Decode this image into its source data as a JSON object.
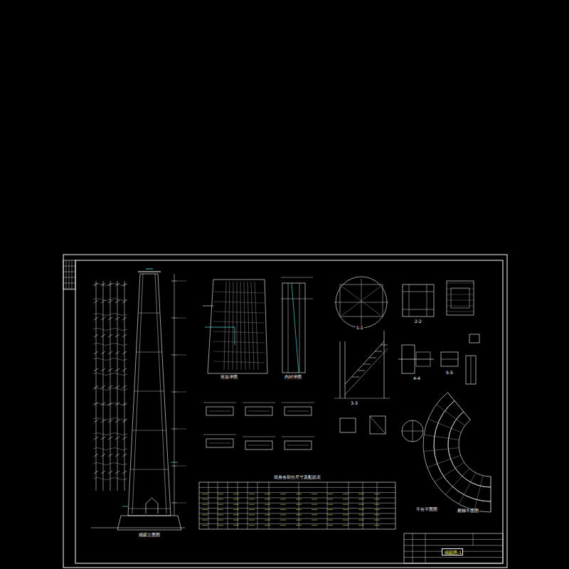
{
  "diagram": {
    "nodes": [
      {
        "text": [
          "烟囱图-1"
        ]
      }
    ],
    "labels": [
      "烟囱立面图",
      "筒首详图",
      "内衬详图",
      "1-1",
      "2-2",
      "3-3",
      "4-4",
      "5-5",
      "平台平面图",
      "爬梯平面图",
      "筒身各部分尺寸及配筋表"
    ]
  }
}
